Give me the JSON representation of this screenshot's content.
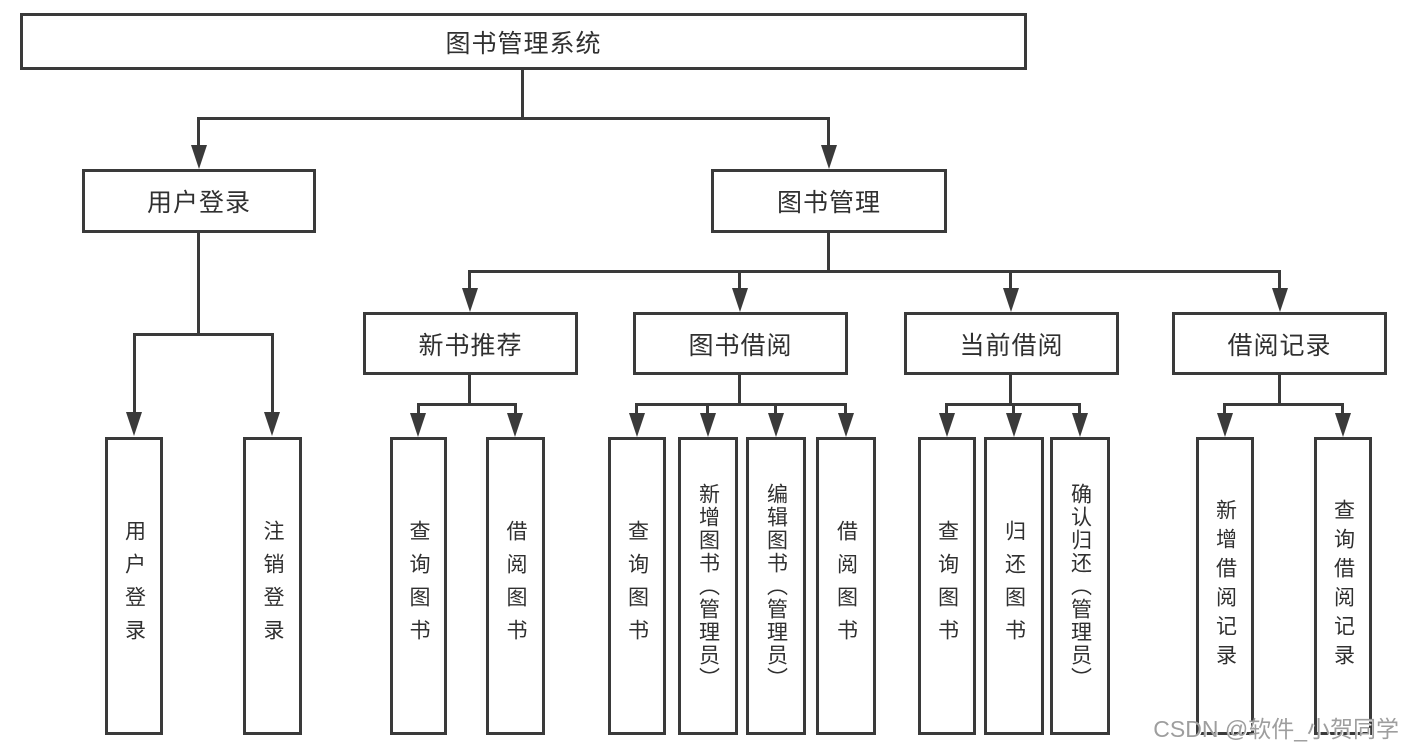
{
  "diagram_type": "hierarchy-diagram",
  "colors": {
    "line": "#3a3a3a",
    "text": "#303030",
    "bg": "#ffffff",
    "watermark": "#9e9e9e"
  },
  "watermark": "CSDN @软件_小贺同学",
  "tree": {
    "label": "图书管理系统",
    "children": [
      {
        "label": "用户登录",
        "children": [
          {
            "label": "用户登录"
          },
          {
            "label": "注销登录"
          }
        ]
      },
      {
        "label": "图书管理",
        "children": [
          {
            "label": "新书推荐",
            "children": [
              {
                "label": "查询图书"
              },
              {
                "label": "借阅图书"
              }
            ]
          },
          {
            "label": "图书借阅",
            "children": [
              {
                "label": "查询图书"
              },
              {
                "label": "新增图书（管理员）"
              },
              {
                "label": "编辑图书（管理员）"
              },
              {
                "label": "借阅图书"
              }
            ]
          },
          {
            "label": "当前借阅",
            "children": [
              {
                "label": "查询图书"
              },
              {
                "label": "归还图书"
              },
              {
                "label": "确认归还（管理员）"
              }
            ]
          },
          {
            "label": "借阅记录",
            "children": [
              {
                "label": "新增借阅记录"
              },
              {
                "label": "查询借阅记录"
              }
            ]
          }
        ]
      }
    ]
  }
}
